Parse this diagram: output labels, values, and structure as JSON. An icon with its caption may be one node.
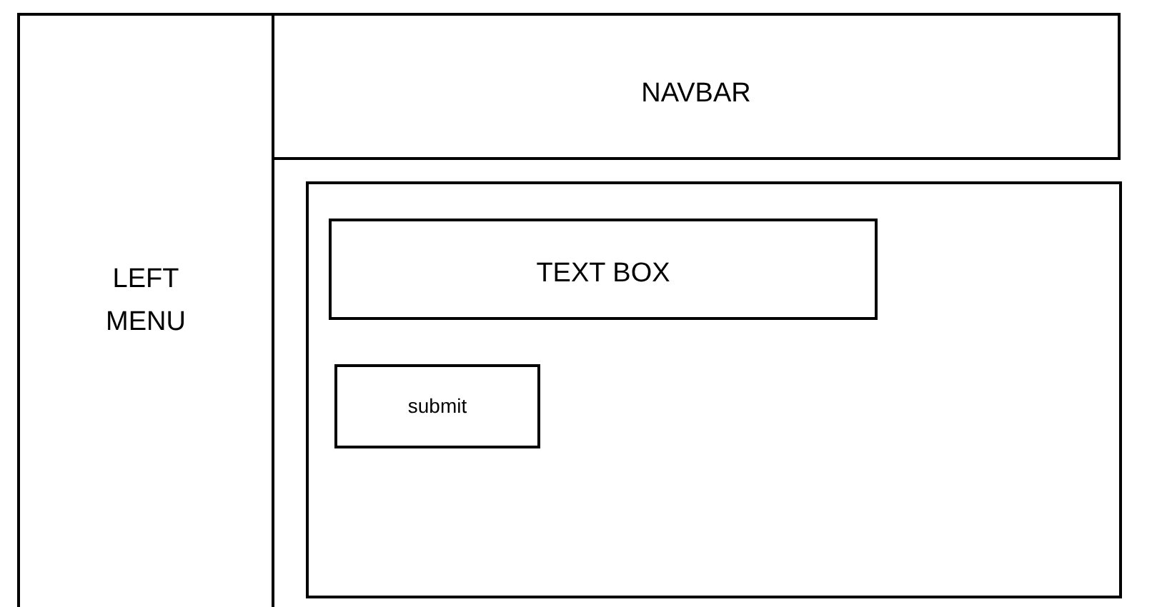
{
  "diagram": {
    "nodes": [
      {
        "text": [
          "LEFT MENU"
        ]
      },
      {
        "text": [
          "NAVBAR"
        ]
      },
      {
        "text": [],
        "shape": "box"
      },
      {
        "text": [
          "TEXT BOX"
        ],
        "in": 2
      },
      {
        "text": [
          "submit"
        ],
        "in": 2
      }
    ]
  }
}
